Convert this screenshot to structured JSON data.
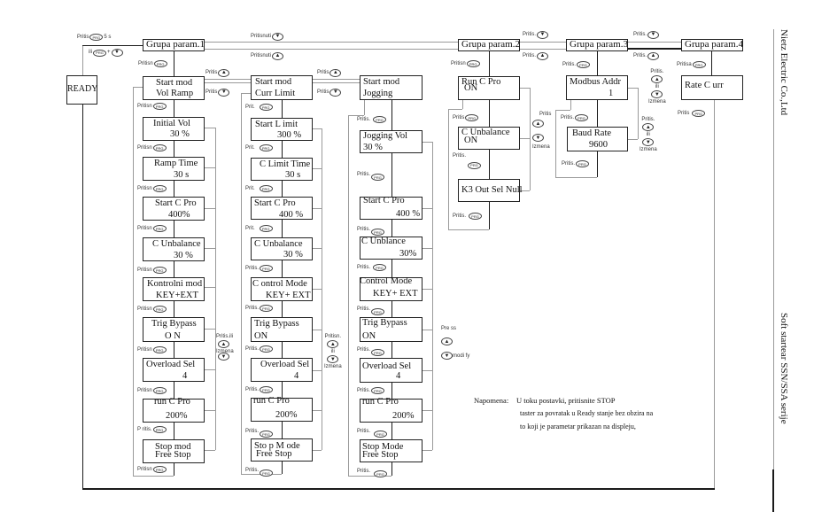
{
  "keys": {
    "prg": "PRG",
    "up": "▲",
    "down": "▼"
  },
  "side": {
    "company": "Nietz Electric Co.,Ltd",
    "product": "Soft startear SSN/SSA serije"
  },
  "ready": {
    "label": "READY"
  },
  "top_nav": {
    "enter": {
      "label": "Pritis",
      "suffix": "5 s"
    },
    "alt": {
      "label": "ili",
      "plus": "+"
    },
    "g1_g2": {
      "down": "Pritisnuti",
      "up": "Pritisnuti"
    },
    "g2_g3": {
      "down": "Pritis.",
      "up": "Pritis."
    },
    "g3_g4": {
      "down": "Pritis.",
      "up": "Pritis."
    }
  },
  "groups": [
    {
      "title": "Grupa param.1",
      "enter_hint": "Pritisn"
    },
    {
      "title": "Grupa param.2",
      "enter_hint": "Pritisn"
    },
    {
      "title": "Grupa param.3",
      "enter_hint": "Pritis."
    },
    {
      "title": "Grupa param.4",
      "enter_hint": "Pritisa"
    }
  ],
  "columns": [
    {
      "nav": {
        "up": "Pritis",
        "down": "Pritis"
      },
      "params": [
        {
          "name": "Start mod",
          "value": "Vol Ramp"
        },
        {
          "name": "Initial Vol",
          "value": "30 %"
        },
        {
          "name": "Ramp Time",
          "value": "30 s"
        },
        {
          "name": "Start C Pro",
          "value": "400%"
        },
        {
          "name": "C Unbalance",
          "value": "30 %"
        },
        {
          "name": "Kontrolni mod",
          "value": "KEY+EXT"
        },
        {
          "name": "Trig Bypass",
          "value": "O N"
        },
        {
          "name": "Overload Sel",
          "value": "4"
        },
        {
          "name": "run C Pro",
          "value": "200%"
        },
        {
          "name": "Stop mod",
          "value": "Free Stop"
        }
      ],
      "next_hints": [
        "Pritisn",
        "Pritisn",
        "Pritisn",
        "Pritisn",
        "Pritisn",
        "Pritisn",
        "Pritisn",
        "Pritisn",
        "P ritis.",
        "Pritisn"
      ],
      "modify": {
        "press": "Pritis.ili",
        "change": "Izmena"
      }
    },
    {
      "nav": {
        "up": "Pritis",
        "down": "Pritis"
      },
      "params": [
        {
          "name": "Start mod",
          "value": "Curr Limit"
        },
        {
          "name": "Start L imit",
          "value": "300 %"
        },
        {
          "name": "C Limit Time",
          "value": "30 s"
        },
        {
          "name": "Start C Pro",
          "value": "400 %"
        },
        {
          "name": "C Unbalance",
          "value": "30 %"
        },
        {
          "name": "C ontrol Mode",
          "value": "KEY+ EXT"
        },
        {
          "name": "Trig Bypass",
          "value": "ON"
        },
        {
          "name": "Overload Sel",
          "value": "4"
        },
        {
          "name": "run C Pro",
          "value": "200%"
        },
        {
          "name": "Sto p M ode",
          "value": "Free Stop"
        }
      ],
      "next_hints": [
        "Prit.",
        "Prit.",
        "Prit.",
        "Prit.",
        "Pritis.",
        "Pritis.",
        "Pritis.",
        "Pritis.",
        "Pritis.",
        "Pritis."
      ],
      "modify": {
        "press": "Pritisn.",
        "or": "ili",
        "change": "Izmena"
      }
    },
    {
      "params": [
        {
          "name": "Start mod",
          "value": "Jogging"
        },
        {
          "name": "Jogging Vol",
          "value": "30 %"
        },
        {
          "name": "Start C Pro",
          "value": "400 %"
        },
        {
          "name": "C Unblance",
          "value": "30%"
        },
        {
          "name": "Control Mode",
          "value": "KEY+ EXT"
        },
        {
          "name": "Trig Bypass",
          "value": "ON"
        },
        {
          "name": "Overload Sel",
          "value": "4"
        },
        {
          "name": "run C Pro",
          "value": "200%"
        },
        {
          "name": "Stop Mode",
          "value": "Free Stop"
        }
      ],
      "next_hints": [
        "Pritis.",
        "Pritis.",
        "Pritis.",
        "Pritis.",
        "Pritis.",
        "Pritis.",
        "Pritis.",
        "Pritis.",
        "Pritis."
      ],
      "modify": {
        "press": "Pre ss",
        "change": "modi fy"
      }
    }
  ],
  "group2": {
    "params": [
      {
        "name": "Run C Pro",
        "value": "ON"
      },
      {
        "name": "C Unbalance",
        "value": "ON"
      },
      {
        "name": "K3 Out Sel Null",
        "value": ""
      }
    ],
    "next_hints": [
      "Pritis",
      "Pritis.",
      "Pritis."
    ],
    "modify": {
      "press": "Pritis",
      "change": "Izmena"
    }
  },
  "group3": {
    "params": [
      {
        "name": "Modbus Addr",
        "value": "1"
      },
      {
        "name": "Baud Rate",
        "value": "9600"
      }
    ],
    "next_hints": [
      "Pritis.",
      "Pritis."
    ],
    "modify": [
      {
        "press": "Pritis.",
        "or": "ili",
        "change": "Izmena"
      },
      {
        "press": "Pritis.",
        "or": "ili",
        "change": "Izmena"
      }
    ]
  },
  "group4": {
    "params": [
      {
        "name": "Rate C urr",
        "value": ""
      }
    ],
    "next_hints": [
      "Pritis"
    ]
  },
  "note": {
    "label": "Napomena:",
    "lines": [
      "U toku postavki, pritisnite STOP",
      "taster za povratak u Ready stanje bez obzira na",
      "to koji je parametar prikazan na displeju,"
    ]
  }
}
